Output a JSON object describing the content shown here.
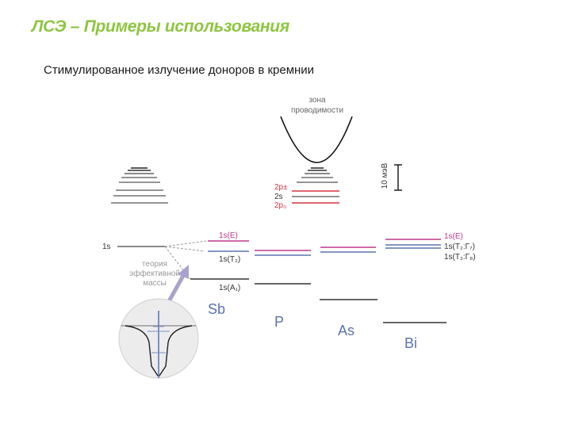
{
  "slide": {
    "title": "ЛСЭ – Примеры использования",
    "subtitle": "Стимулированное излучение доноров в кремнии"
  },
  "diagram": {
    "conduction_band": {
      "label_line1": "зона",
      "label_line2": "проводимости"
    },
    "levels_2p_2s": {
      "l2p_pm": "2p±",
      "l2s": "2s",
      "l2p0": "2p₀"
    },
    "scale": "10 мэВ",
    "ground_1s": "1s",
    "ema_label": {
      "line1": "теория",
      "line2": "эффективной",
      "line3": "массы"
    },
    "sb_levels": {
      "e": "1s(E)",
      "t2": "1s(T₂)",
      "a1": "1s(A₁)"
    },
    "right_levels": {
      "e": "1s(E)",
      "t2g7": "1s(T₂:Γ₇)",
      "t2g8": "1s(T₂:Γ₈)"
    },
    "donors": [
      "Sb",
      "P",
      "As",
      "Bi"
    ],
    "colors": {
      "title": "#8dc63f",
      "red": "#d9333f",
      "magenta": "#c0398c",
      "blue": "#5a73b0",
      "arrow": "#a9a3cc"
    }
  }
}
